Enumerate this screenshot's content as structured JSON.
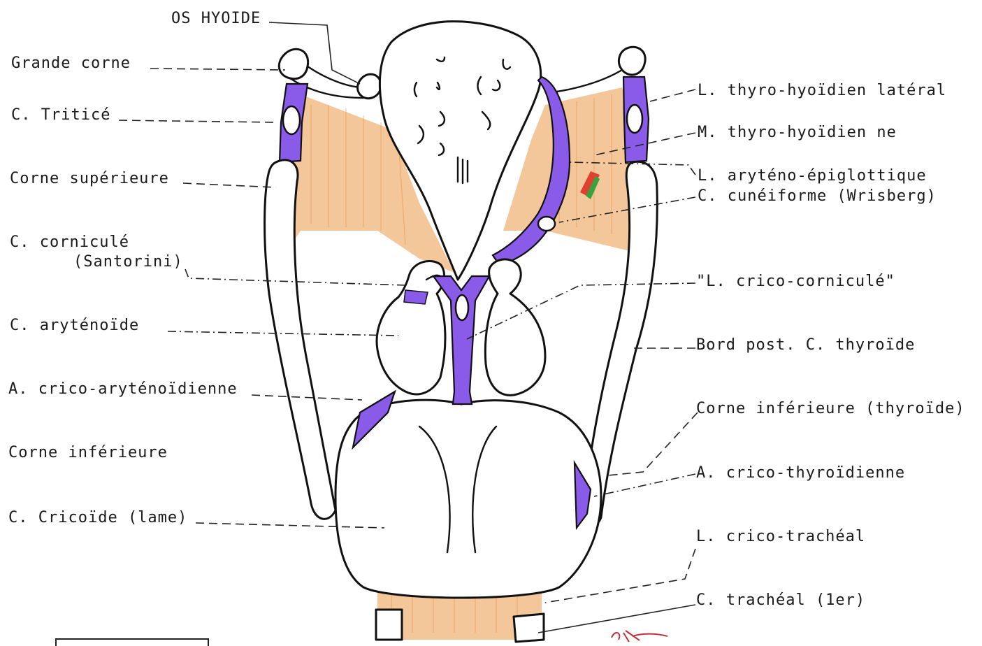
{
  "labels": {
    "os_hyoide": "OS HYOIDE",
    "grande_corne": "Grande corne",
    "c_triticee": "C. Triticé",
    "corne_superieure": "Corne supérieure",
    "c_cornicule": "C. corniculé",
    "santorini": "(Santorini)",
    "c_arytenoide": "C. aryténoïde",
    "a_crico_arytenoidienne": "A. crico-aryténoïdienne",
    "corne_inferieure": "Corne inférieure",
    "c_cricoide_lame": "C. Cricoïde (lame)",
    "l_thyro_hyoidien_lateral": "L. thyro-hyoïdien latéral",
    "m_thyro_hyoidienne": "M. thyro-hyoïdien ne",
    "l_aryteno_epiglottique": "L. aryténo-épiglottique",
    "c_cuneiforme": "C. cunéiforme (Wrisberg)",
    "l_crico_cornicule": "\"L. crico-corniculé\"",
    "bord_post_thyroide": "Bord post. C. thyroïde",
    "corne_inferieure_thyroide": "Corne inférieure (thyroïde)",
    "a_crico_thyroidienne": "A. crico-thyroïdienne",
    "l_crico_tracheal": "L. crico-trachéal",
    "c_tracheal": "C. trachéal (1er)"
  },
  "colors": {
    "outline": "#111111",
    "membrane": "#f3c79a",
    "ligament": "#8a5be8",
    "cartilage": "#ffffff"
  }
}
